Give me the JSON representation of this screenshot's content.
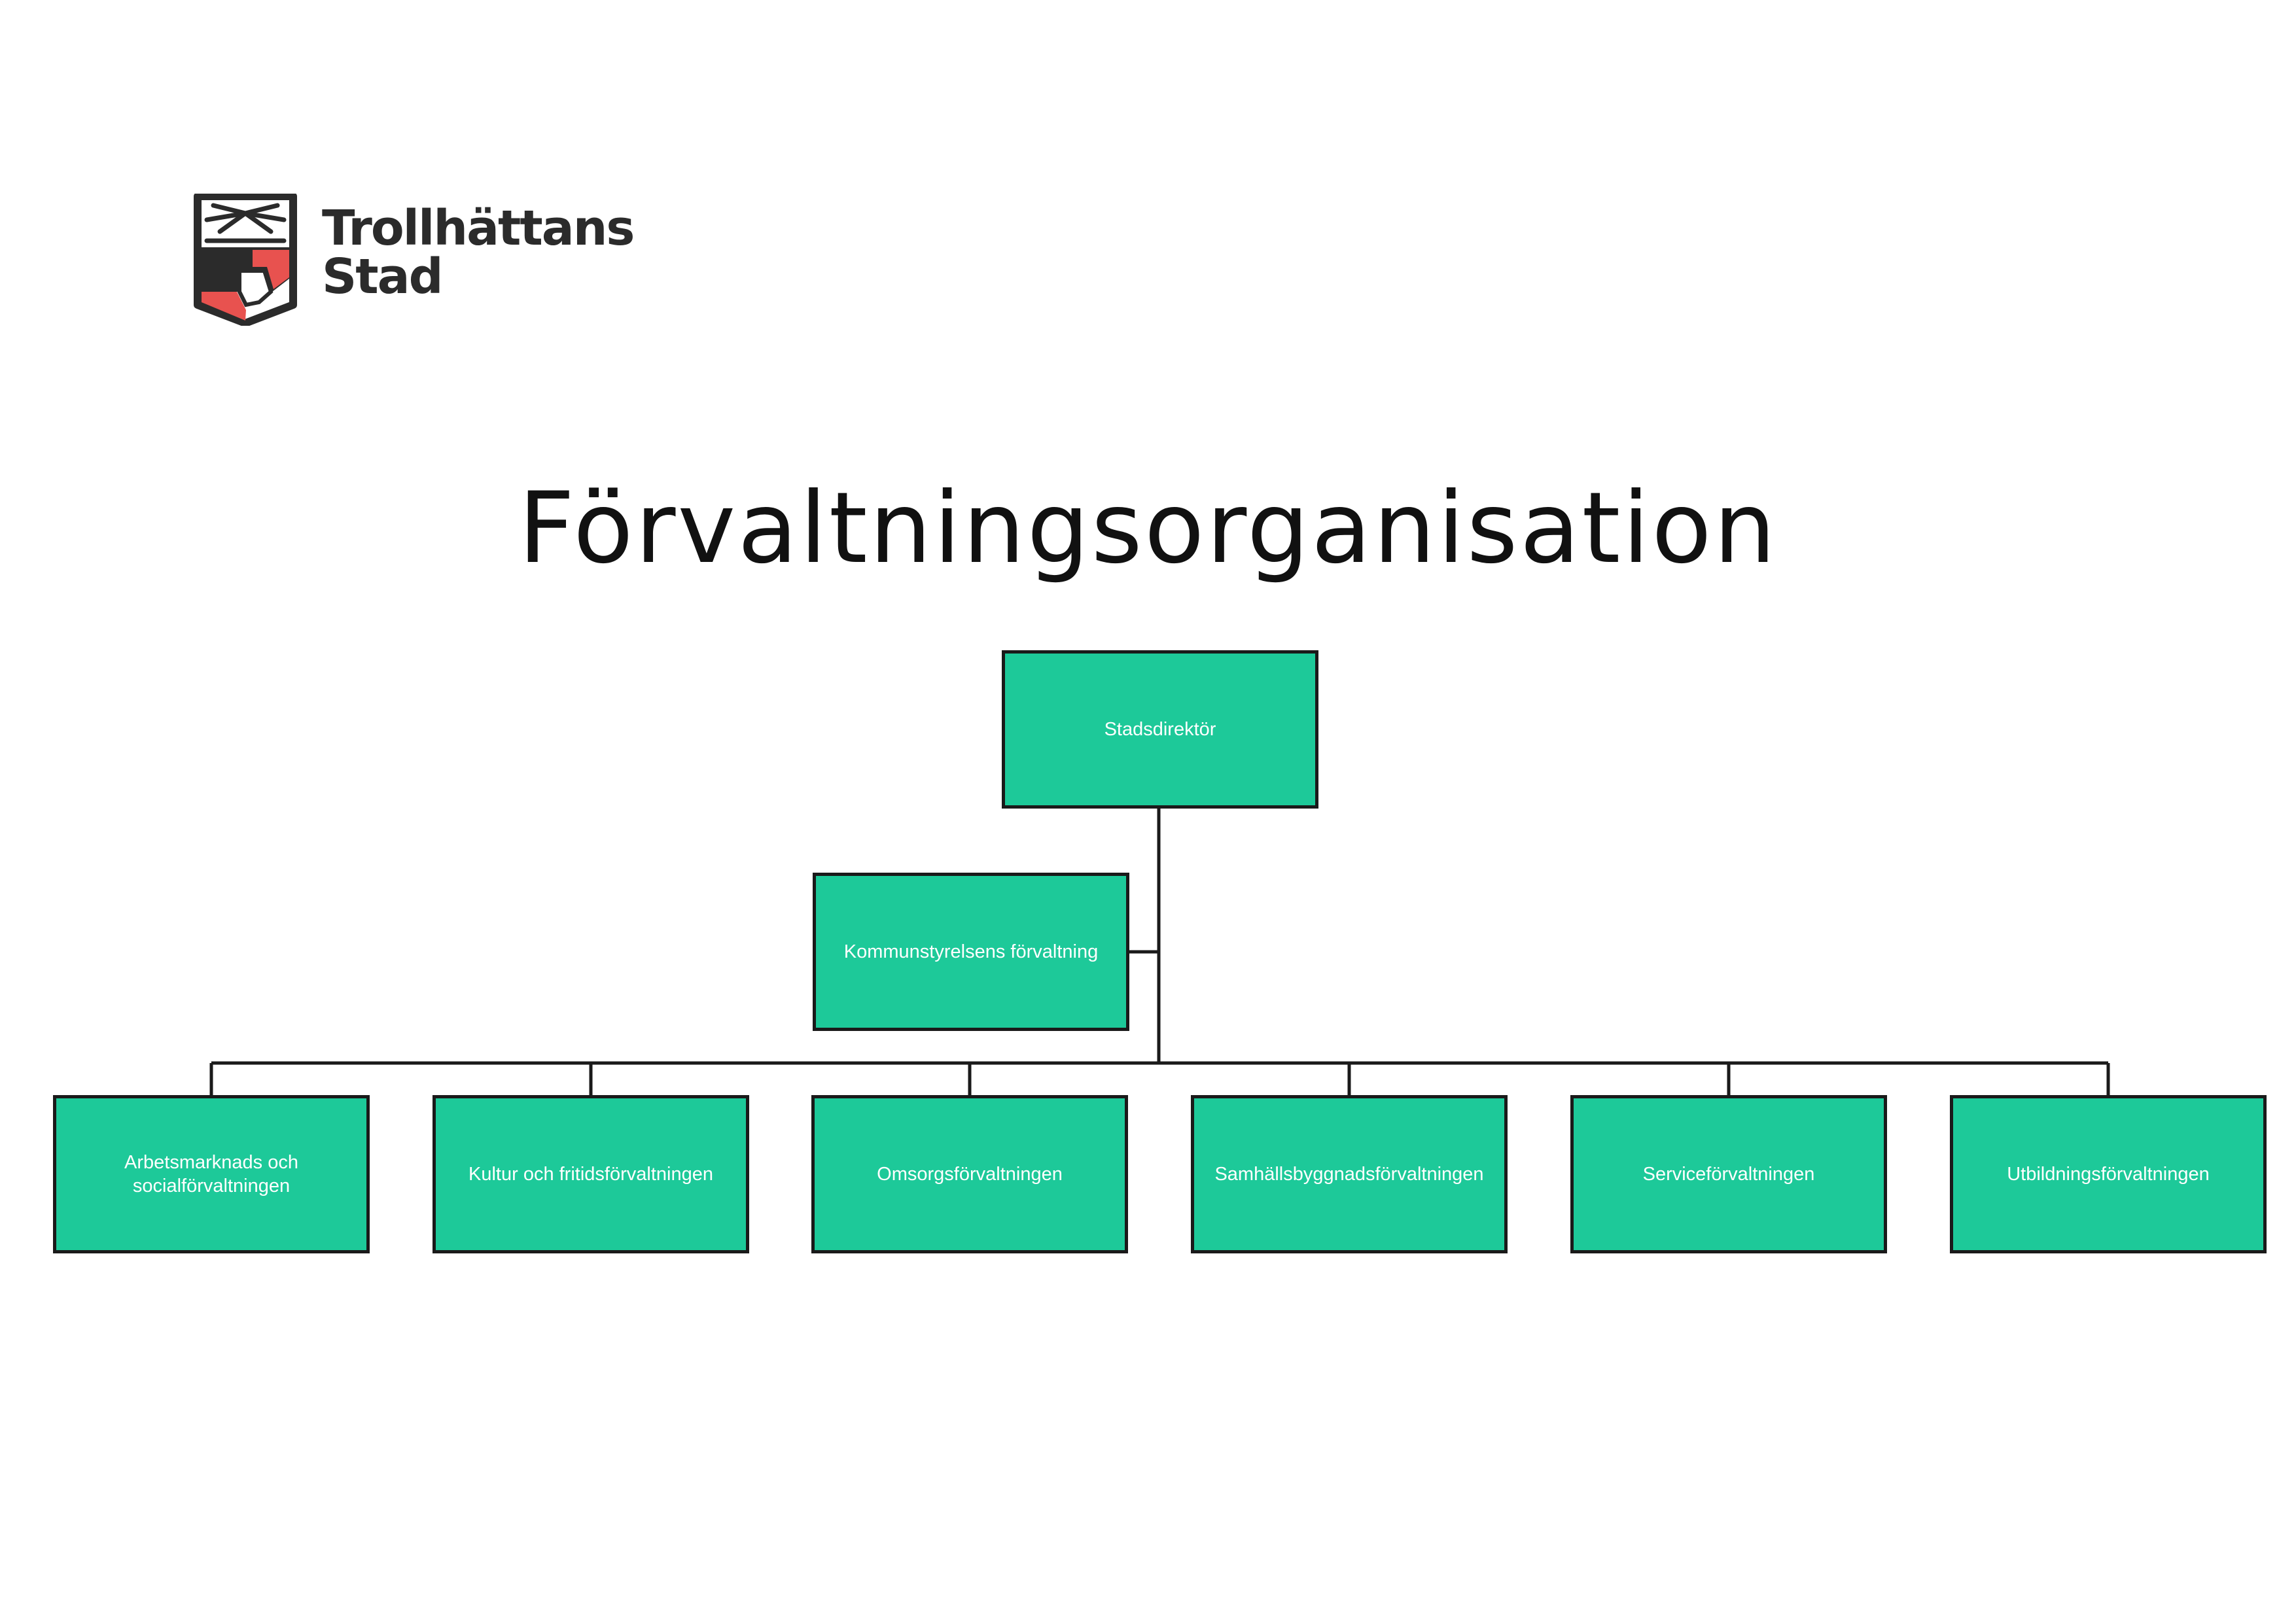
{
  "logo": {
    "line1": "Trollhättans",
    "line2": "Stad",
    "colors": {
      "frame": "#2b2b2b",
      "accent": "#e8524f"
    }
  },
  "title": "Förvaltningsorganisation",
  "org_chart": {
    "box_color": "#1dc999",
    "border_color": "#1a1a1a",
    "root": "Stadsdirektör",
    "staff": "Kommunstyrelsens förvaltning",
    "departments": [
      "Arbetsmarknads  och\nsocialförvaltningen",
      "Kultur  och fritidsförvaltningen",
      "Omsorgsförvaltningen",
      "Samhällsbyggnadsförvaltningen",
      "Serviceförvaltningen",
      "Utbildningsförvaltningen"
    ]
  }
}
